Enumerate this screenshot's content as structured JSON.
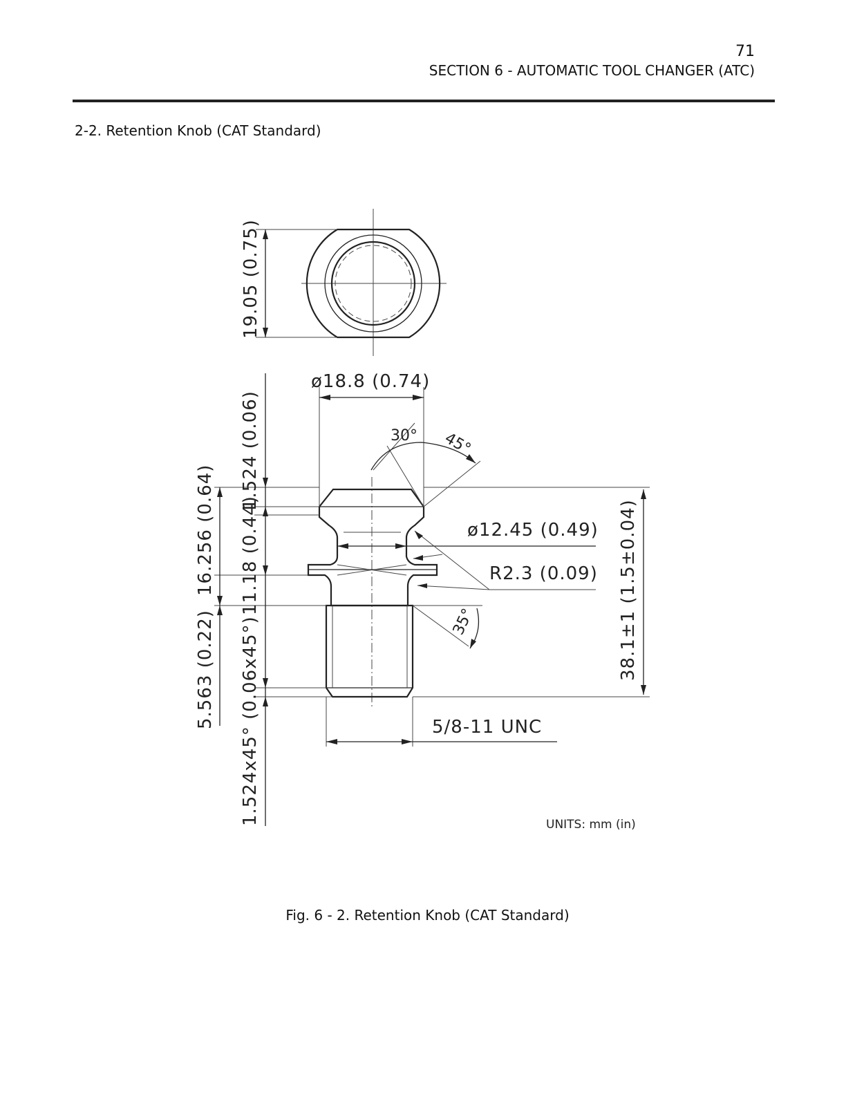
{
  "header": {
    "page_number": "71",
    "section_title": "SECTION 6 - AUTOMATIC TOOL CHANGER (ATC)"
  },
  "subsection_title": "2-2.  Retention Knob (CAT Standard)",
  "figure": {
    "caption": "Fig. 6 - 2. Retention Knob (CAT Standard)",
    "units_note": "UNITS:  mm  (in)",
    "dimensions": {
      "top_view_width": "19.05 (0.75)",
      "flange_diameter": "ø18.8 (0.74)",
      "angle_30": "30°",
      "angle_45": "45°",
      "neck_diameter": "ø12.45 (0.49)",
      "radius": "R2.3 (0.09)",
      "angle_35": "35°",
      "overall_length": "38.1±1  (1.5±0.04)",
      "thread": "5/8-11  UNC",
      "head_height": "1.524 (0.06)",
      "neck_height": "11.18 (0.44)",
      "chamfer_head": "1.524x45° (0.06x45°)",
      "upper_length": "16.256 (0.64)",
      "lower_length": "5.563 (0.22)"
    }
  }
}
